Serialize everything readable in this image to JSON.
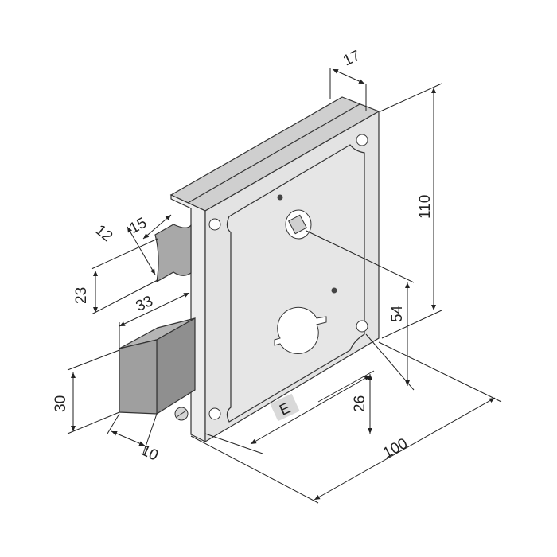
{
  "diagram": {
    "dimensions": {
      "d17": "17",
      "d110": "110",
      "d12": "12",
      "d15": "15",
      "d23": "23",
      "d33": "33",
      "d54": "54",
      "d30": "30",
      "d26": "26",
      "dE": "E",
      "d10": "10",
      "d100": "100"
    },
    "colors": {
      "front_face": "#e3e3e3",
      "top_face": "#cfcfcf",
      "side_face": "#ededed",
      "bolt": "#9a9a9a",
      "label_box": "#d9d9d9"
    }
  }
}
